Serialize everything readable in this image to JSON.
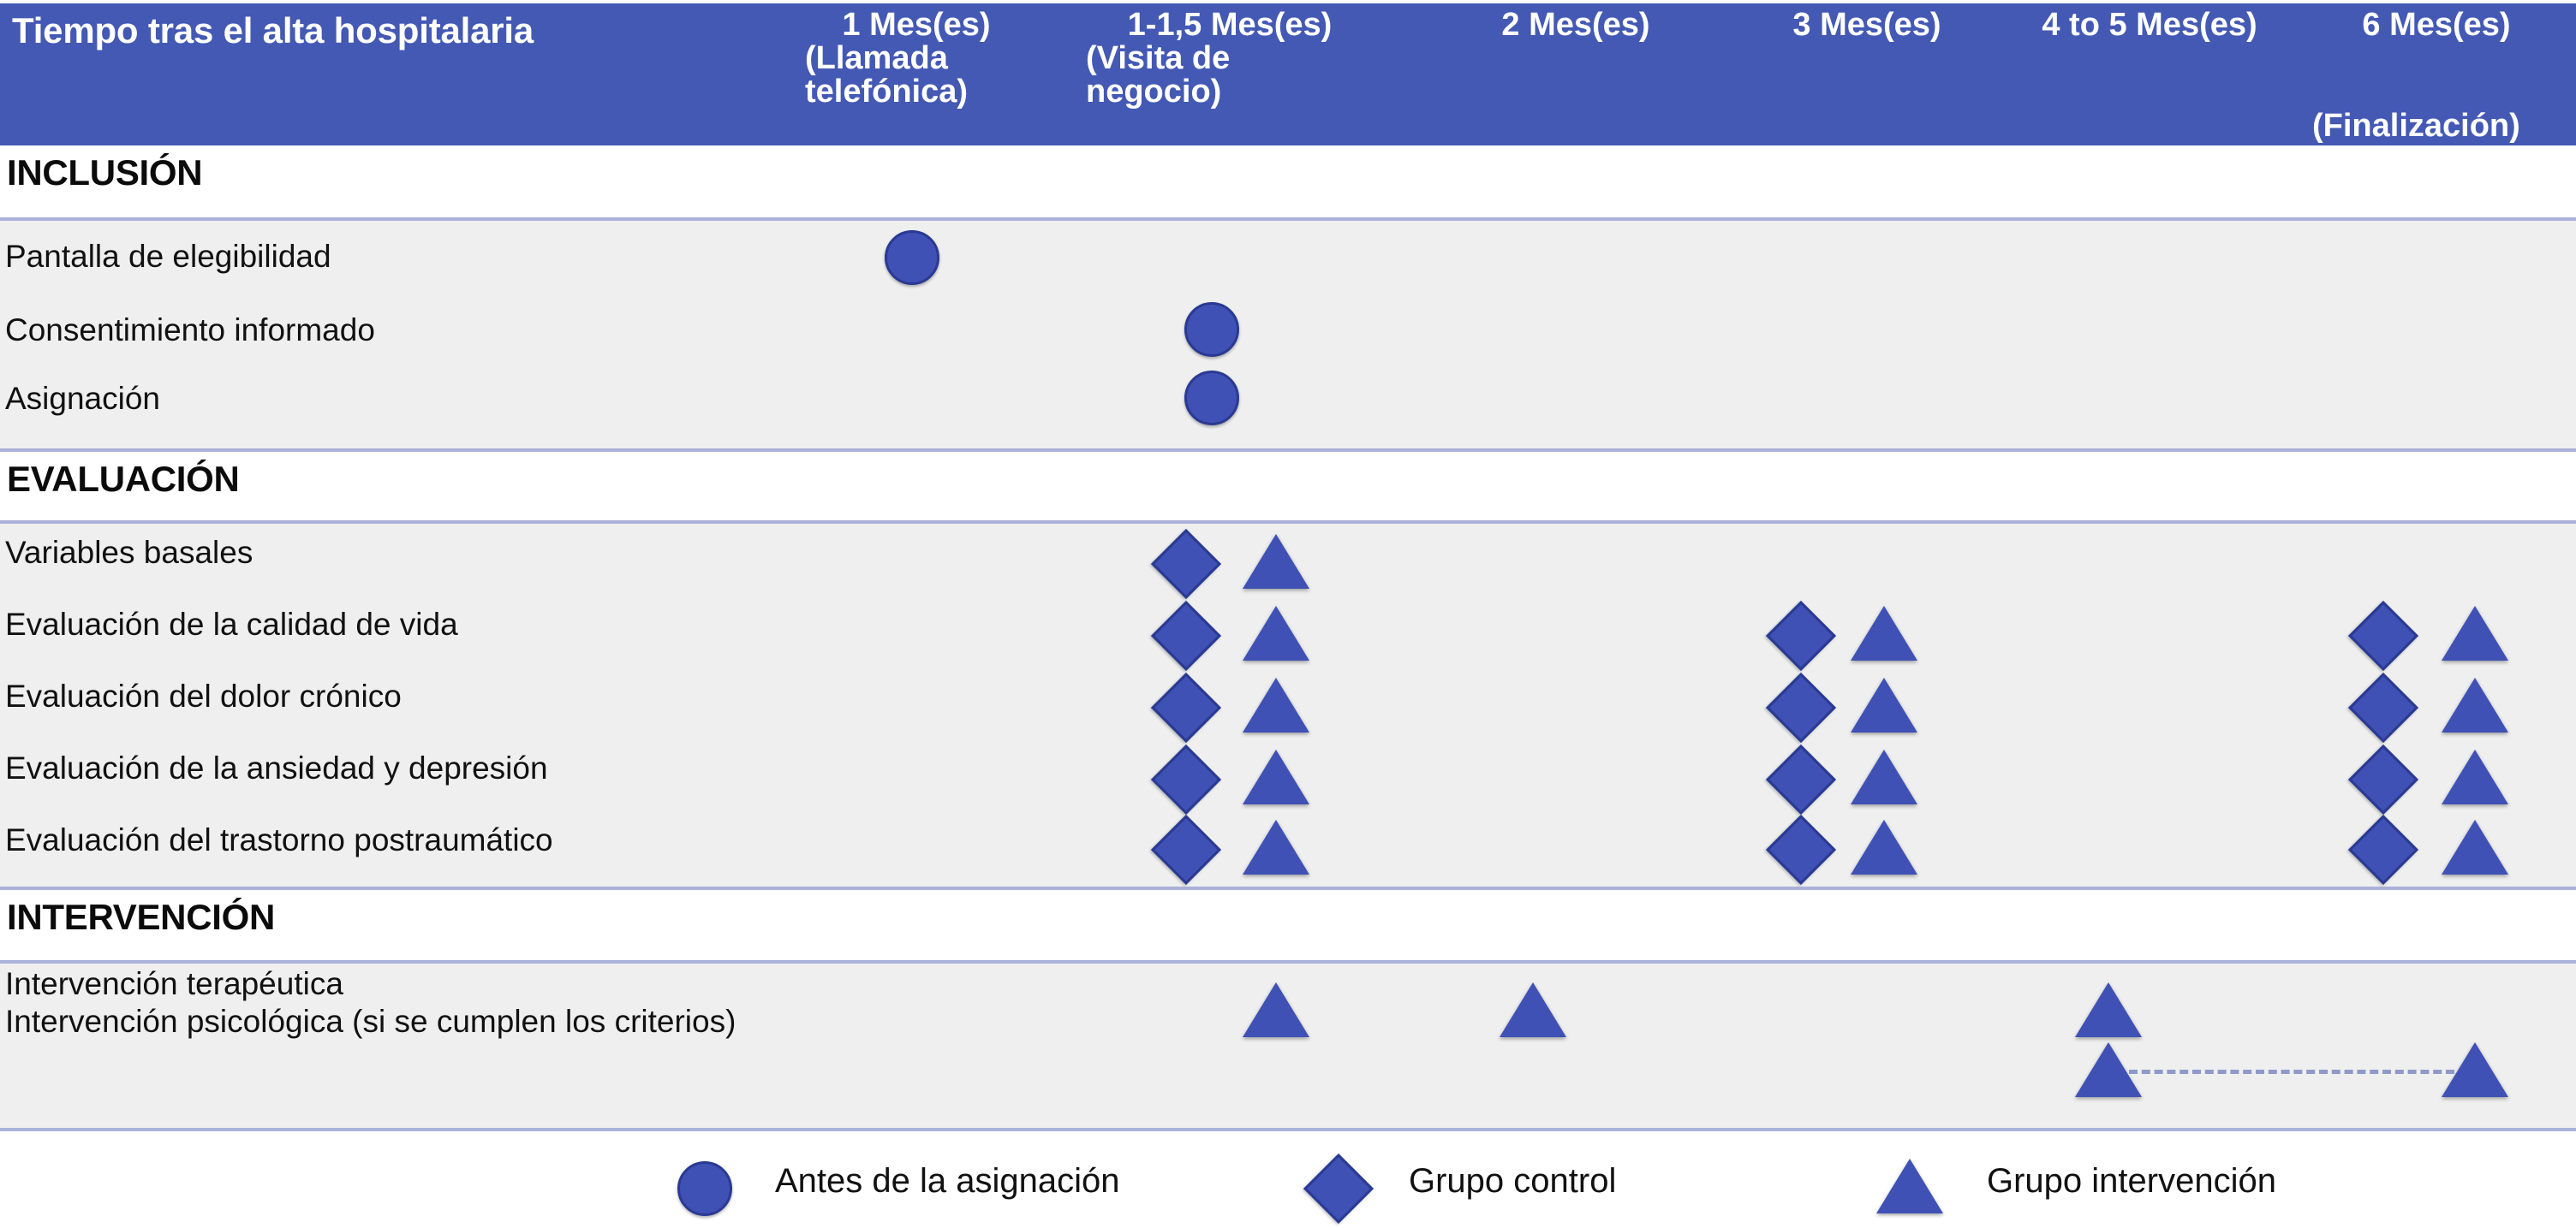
{
  "header": {
    "row_title": "Tiempo tras el alta hospitalaria",
    "columns": [
      {
        "id": "m1",
        "line1": "1 Mes(es)",
        "line2": "(Llamada telefónica)"
      },
      {
        "id": "m115",
        "line1": "1-1,5 Mes(es)",
        "line2": "(Visita de negocio)"
      },
      {
        "id": "m2",
        "line1": "2 Mes(es)",
        "line2": ""
      },
      {
        "id": "m3",
        "line1": "3 Mes(es)",
        "line2": ""
      },
      {
        "id": "m45",
        "line1": "4 to 5 Mes(es)",
        "line2": ""
      },
      {
        "id": "m6",
        "line1": "6 Mes(es)",
        "line2": "(Finalización)"
      }
    ]
  },
  "sections": [
    {
      "id": "inclusion",
      "title": "INCLUSIÓN",
      "rows": [
        {
          "label": "Pantalla de elegibilidad",
          "markers": [
            {
              "type": "circle",
              "column": "m1"
            }
          ]
        },
        {
          "label": "Consentimiento informado",
          "markers": [
            {
              "type": "circle",
              "column": "m115"
            }
          ]
        },
        {
          "label": "Asignación",
          "markers": [
            {
              "type": "circle",
              "column": "m115"
            }
          ]
        }
      ]
    },
    {
      "id": "evaluacion",
      "title": "EVALUACIÓN",
      "rows": [
        {
          "label": "Variables basales",
          "markers": [
            {
              "type": "diamond",
              "column": "m115"
            },
            {
              "type": "triangle",
              "column": "m115"
            }
          ]
        },
        {
          "label": "Evaluación de la calidad de vida",
          "markers": [
            {
              "type": "diamond",
              "column": "m115"
            },
            {
              "type": "triangle",
              "column": "m115"
            },
            {
              "type": "diamond",
              "column": "m3"
            },
            {
              "type": "triangle",
              "column": "m3"
            },
            {
              "type": "diamond",
              "column": "m6"
            },
            {
              "type": "triangle",
              "column": "m6"
            }
          ]
        },
        {
          "label": "Evaluación del dolor crónico",
          "markers": [
            {
              "type": "diamond",
              "column": "m115"
            },
            {
              "type": "triangle",
              "column": "m115"
            },
            {
              "type": "diamond",
              "column": "m3"
            },
            {
              "type": "triangle",
              "column": "m3"
            },
            {
              "type": "diamond",
              "column": "m6"
            },
            {
              "type": "triangle",
              "column": "m6"
            }
          ]
        },
        {
          "label": "Evaluación de la ansiedad y depresión",
          "markers": [
            {
              "type": "diamond",
              "column": "m115"
            },
            {
              "type": "triangle",
              "column": "m115"
            },
            {
              "type": "diamond",
              "column": "m3"
            },
            {
              "type": "triangle",
              "column": "m3"
            },
            {
              "type": "diamond",
              "column": "m6"
            },
            {
              "type": "triangle",
              "column": "m6"
            }
          ]
        },
        {
          "label": "Evaluación del trastorno postraumático",
          "markers": [
            {
              "type": "diamond",
              "column": "m115"
            },
            {
              "type": "triangle",
              "column": "m115"
            },
            {
              "type": "diamond",
              "column": "m3"
            },
            {
              "type": "triangle",
              "column": "m3"
            },
            {
              "type": "diamond",
              "column": "m6"
            },
            {
              "type": "triangle",
              "column": "m6"
            }
          ]
        }
      ]
    },
    {
      "id": "intervencion",
      "title": "INTERVENCIÓN",
      "rows": [
        {
          "label": "Intervención terapéutica",
          "markers": [
            {
              "type": "triangle",
              "column": "m115"
            },
            {
              "type": "triangle",
              "column": "m2"
            },
            {
              "type": "triangle",
              "column": "m45"
            }
          ]
        },
        {
          "label": "Intervención psicológica (si se cumplen los criterios)",
          "markers": [
            {
              "type": "triangle",
              "column": "m45"
            },
            {
              "type": "triangle",
              "column": "m6"
            }
          ],
          "connector": {
            "from": "m45",
            "to": "m6",
            "style": "dashed"
          }
        }
      ]
    }
  ],
  "legend": {
    "items": [
      {
        "shape": "circle",
        "label": "Antes de la asignación"
      },
      {
        "shape": "diamond",
        "label": "Grupo control"
      },
      {
        "shape": "triangle",
        "label": "Grupo intervención"
      }
    ]
  },
  "colors": {
    "header_bar": "#4459b4",
    "marker_fill": "#3f51b5",
    "marker_stroke": "#2a3a92",
    "band_background": "#efefef",
    "band_rule": "#aab2da",
    "connector": "#8e9ac9",
    "text": "#111111",
    "header_text": "#ffffff"
  }
}
